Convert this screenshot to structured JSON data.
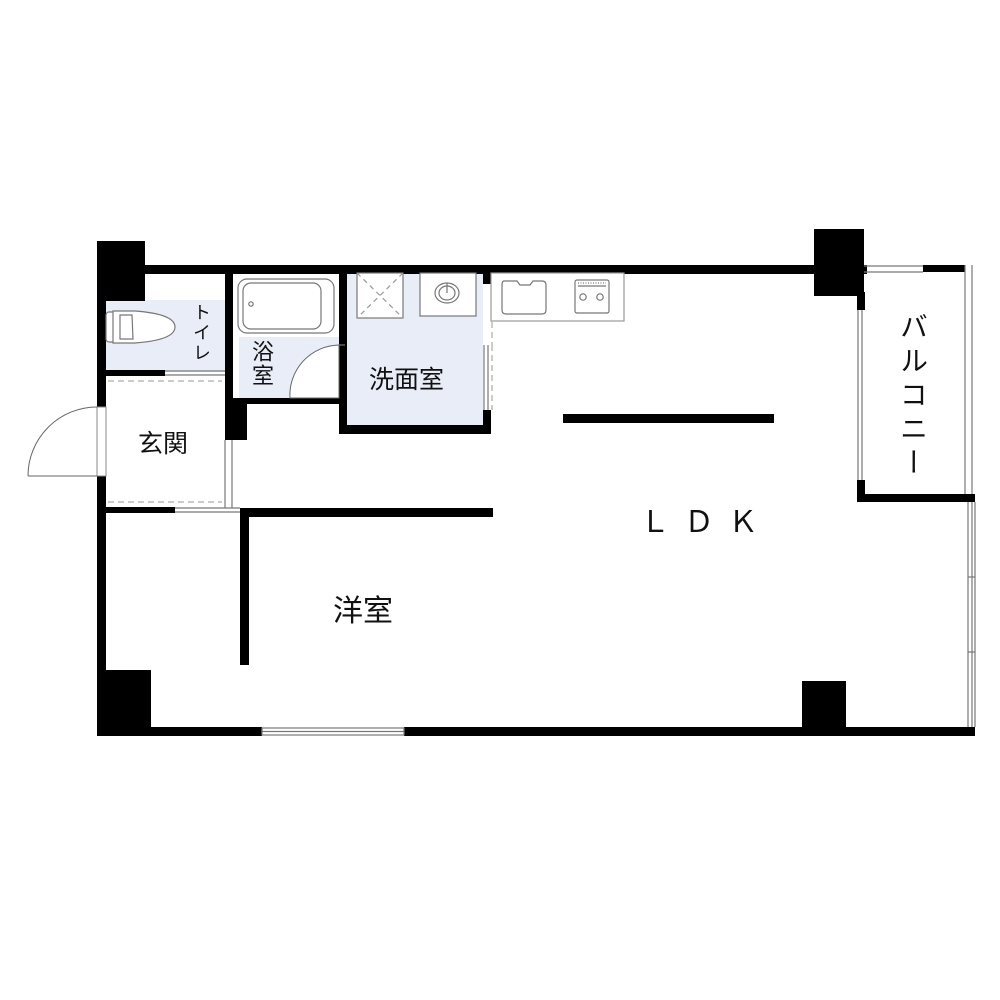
{
  "floor_plan": {
    "colors": {
      "wall": "#000000",
      "wet_area_fill": "#e8edf7",
      "fixture_line": "#777777",
      "background": "#ffffff"
    },
    "rooms": [
      {
        "id": "ldk",
        "label": "ＬＤＫ"
      },
      {
        "id": "yoshitsu",
        "label": "洋室"
      },
      {
        "id": "genkan",
        "label": "玄関"
      },
      {
        "id": "senmenshitsu",
        "label": "洗面室"
      },
      {
        "id": "yokushitsu",
        "label": "浴室"
      },
      {
        "id": "toire",
        "label": "トイレ"
      },
      {
        "id": "balcony",
        "label": "バルコニー"
      }
    ],
    "fixtures": [
      {
        "id": "toilet",
        "icon": "toilet-icon"
      },
      {
        "id": "bathtub",
        "icon": "bathtub-icon"
      },
      {
        "id": "washing-machine-space",
        "icon": "washer-pan-icon"
      },
      {
        "id": "wash-basin",
        "icon": "sink-icon"
      },
      {
        "id": "kitchen-sink",
        "icon": "kitchen-sink-icon"
      },
      {
        "id": "stove",
        "icon": "stove-icon"
      }
    ]
  }
}
